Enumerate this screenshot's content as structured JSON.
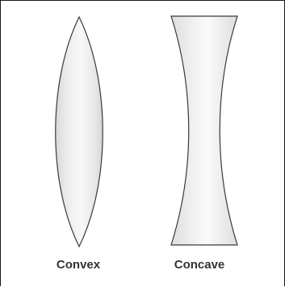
{
  "diagram": {
    "lenses": [
      {
        "name": "convex",
        "label": "Convex",
        "shape": "biconvex"
      },
      {
        "name": "concave",
        "label": "Concave",
        "shape": "biconcave"
      }
    ],
    "colors": {
      "border": "#1a1a1a",
      "lens_stroke": "#3a3a3a",
      "lens_fill_edge": "#e2e2e2",
      "lens_fill_center": "#f7f7f7",
      "label": "#333333"
    }
  }
}
